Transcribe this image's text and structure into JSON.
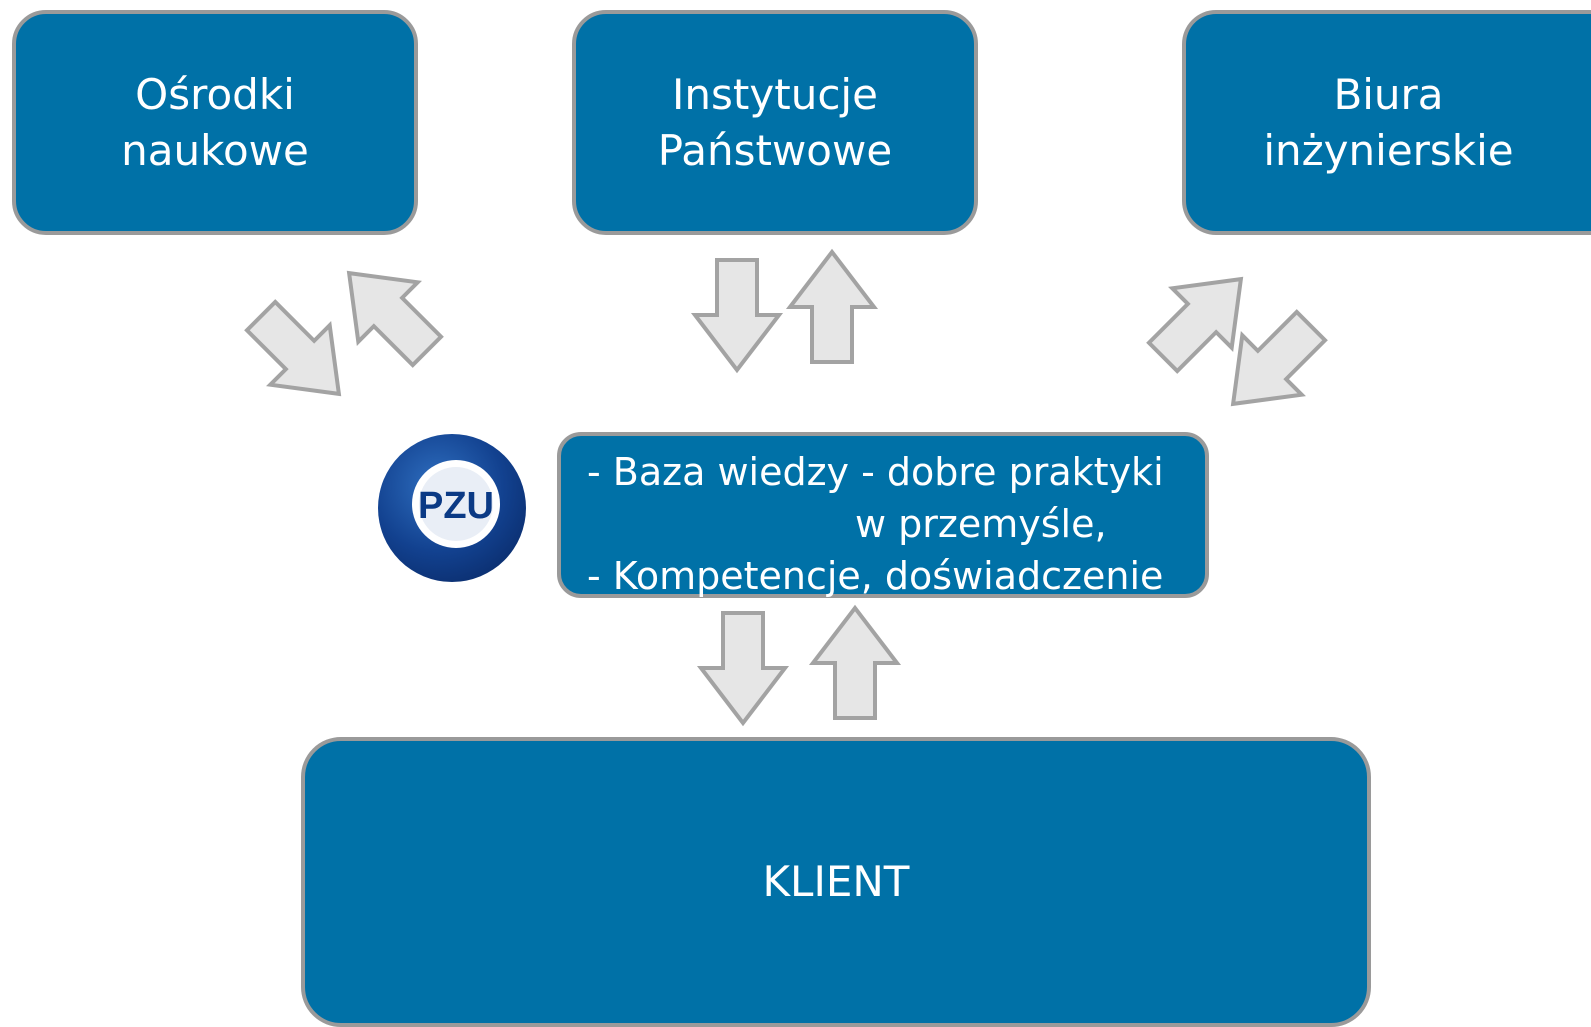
{
  "nodes": {
    "osrodki": {
      "lines": [
        "Ośrodki",
        "naukowe"
      ]
    },
    "instytucje": {
      "lines": [
        "Instytucje",
        "Państwowe"
      ]
    },
    "biura": {
      "lines": [
        "Biura",
        "inżynierskie"
      ]
    },
    "center": {
      "lines": [
        "- Baza wiedzy - dobre praktyki",
        "w przemyśle,",
        "- Kompetencje, doświadczenie"
      ]
    },
    "klient": {
      "label": "KLIENT"
    }
  },
  "logo": {
    "text": "PZU",
    "name": "pzu-logo"
  },
  "colors": {
    "box_fill": "#0071a7",
    "box_border": "#9a9a9a",
    "arrow_fill": "#e6e6e6",
    "arrow_stroke": "#a3a3a3",
    "text": "#ffffff"
  }
}
